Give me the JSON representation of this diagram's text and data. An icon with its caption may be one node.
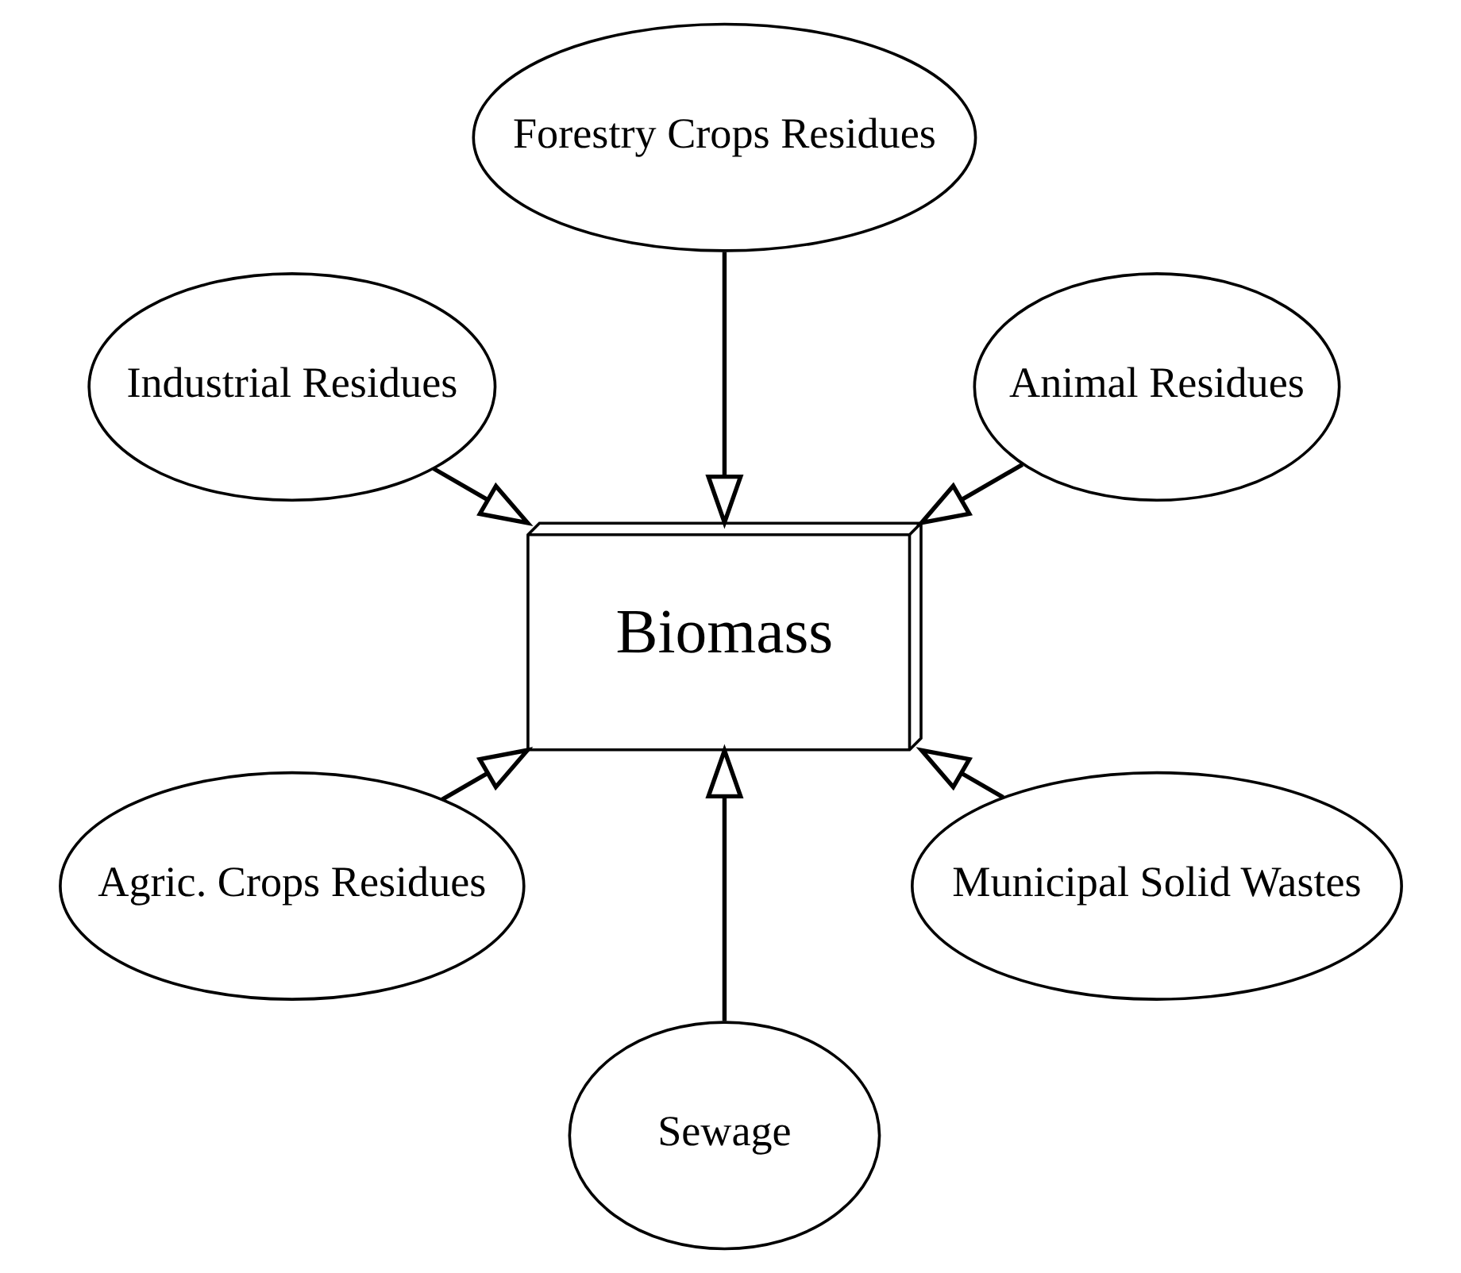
{
  "diagram": {
    "nodes": [
      {
        "text": [
          "Animal Residues"
        ]
      },
      {
        "text": [
          "Forestry Crops Residues"
        ]
      },
      {
        "text": [
          "Industrial Residues"
        ]
      },
      {
        "text": [
          "Biomass"
        ]
      },
      {
        "text": [
          "Agric. Crops Residues"
        ]
      },
      {
        "text": [
          "Sewage"
        ]
      },
      {
        "text": [
          "Municipal Solid Wastes"
        ]
      }
    ],
    "edges": [
      {
        "from": 0,
        "to": 3,
        "arrow": "to"
      },
      {
        "from": 1,
        "to": 3,
        "arrow": "to"
      },
      {
        "from": 2,
        "to": 3,
        "arrow": "to"
      },
      {
        "from": 4,
        "to": 3,
        "arrow": "to"
      },
      {
        "from": 5,
        "to": 3,
        "arrow": "to"
      },
      {
        "from": 6,
        "to": 3,
        "arrow": "to"
      }
    ]
  }
}
